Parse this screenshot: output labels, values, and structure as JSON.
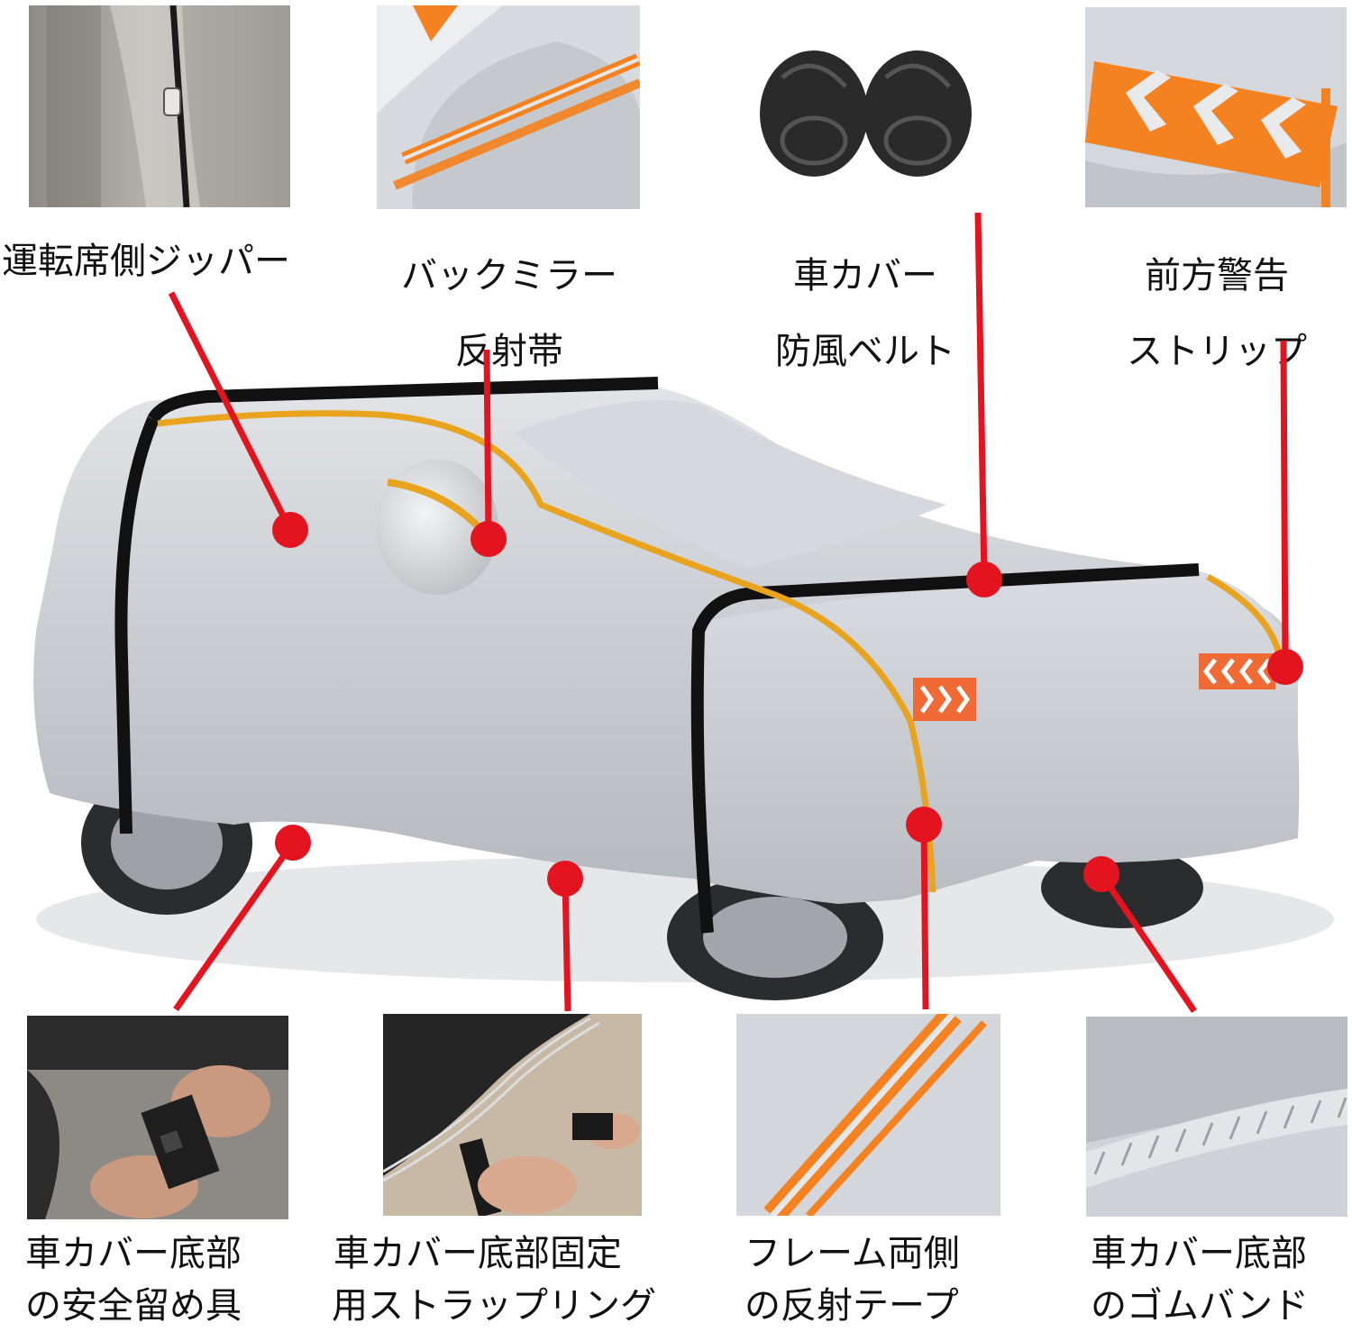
{
  "callouts": {
    "driver_zipper": [
      "運転席側ジッパー"
    ],
    "mirror_reflector": [
      "バックミラー",
      "反射帯"
    ],
    "windproof_belt": [
      "車カバー",
      "防風ベルト"
    ],
    "front_warning": [
      "前方警告",
      "ストリップ"
    ],
    "safety_clip": [
      "車カバー底部",
      "の安全留め具"
    ],
    "strap_ring": [
      "車カバー底部固定",
      "用ストラップリング"
    ],
    "side_reflective_tape": [
      "フレーム両側",
      "の反射テープ"
    ],
    "rubber_band": [
      "車カバー底部",
      "のゴムバンド"
    ]
  },
  "colors": {
    "pointer_red": "#e3141f",
    "reflector_orange": "#f58220",
    "cover_silver": "#c8cbcf",
    "black_tape": "#111111"
  },
  "icons": {
    "zipper": "zipper-closeup-photo",
    "mirror": "mirror-reflector-photo",
    "belts": "windproof-belt-photo",
    "warning": "warning-strip-photo",
    "clip": "safety-clip-photo",
    "strap": "strap-ring-photo",
    "tape": "reflective-tape-photo",
    "band": "rubber-band-photo"
  }
}
